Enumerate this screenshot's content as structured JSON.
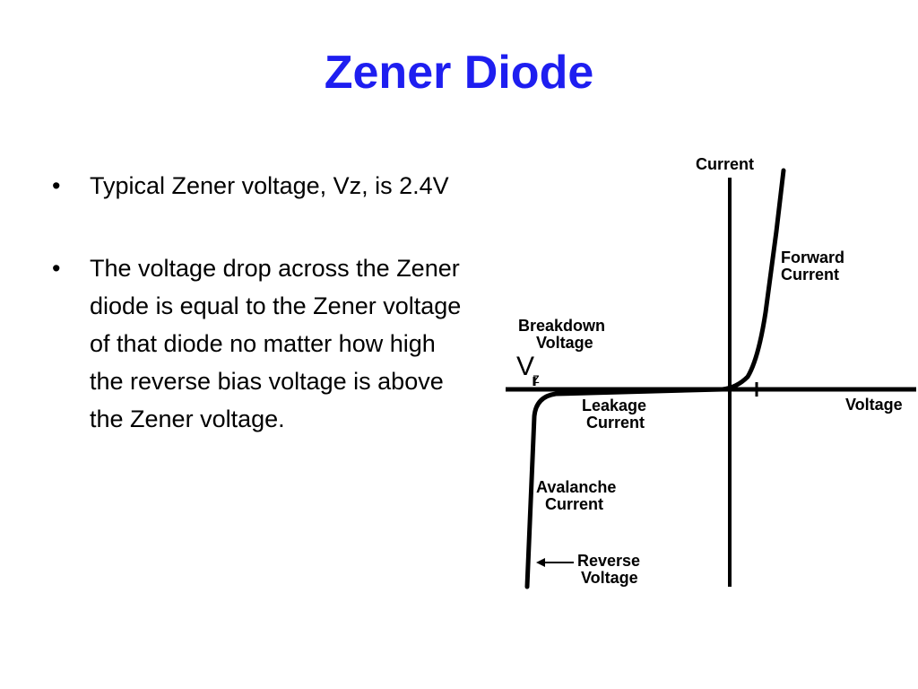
{
  "title": "Zener Diode",
  "colors": {
    "title": "#1e1ef0",
    "text": "#000000",
    "background": "#ffffff"
  },
  "bullets": [
    "Typical Zener voltage, Vz, is 2.4V",
    "The voltage drop across the Zener diode is equal to the Zener voltage of that diode no matter how high the reverse bias voltage is above the Zener voltage."
  ],
  "bullet_symbol": "•",
  "diagram": {
    "labels": {
      "current_axis": "Current",
      "voltage_axis": "Voltage",
      "forward_current": [
        "Forward",
        "Current"
      ],
      "breakdown_voltage": [
        "Breakdown",
        "Voltage"
      ],
      "vz_main": "V",
      "vz_sub": "z",
      "leakage_current": [
        "Leakage",
        "Current"
      ],
      "avalanche_current": [
        "Avalanche",
        "Current"
      ],
      "reverse_voltage": [
        "Reverse",
        "Voltage"
      ]
    }
  }
}
